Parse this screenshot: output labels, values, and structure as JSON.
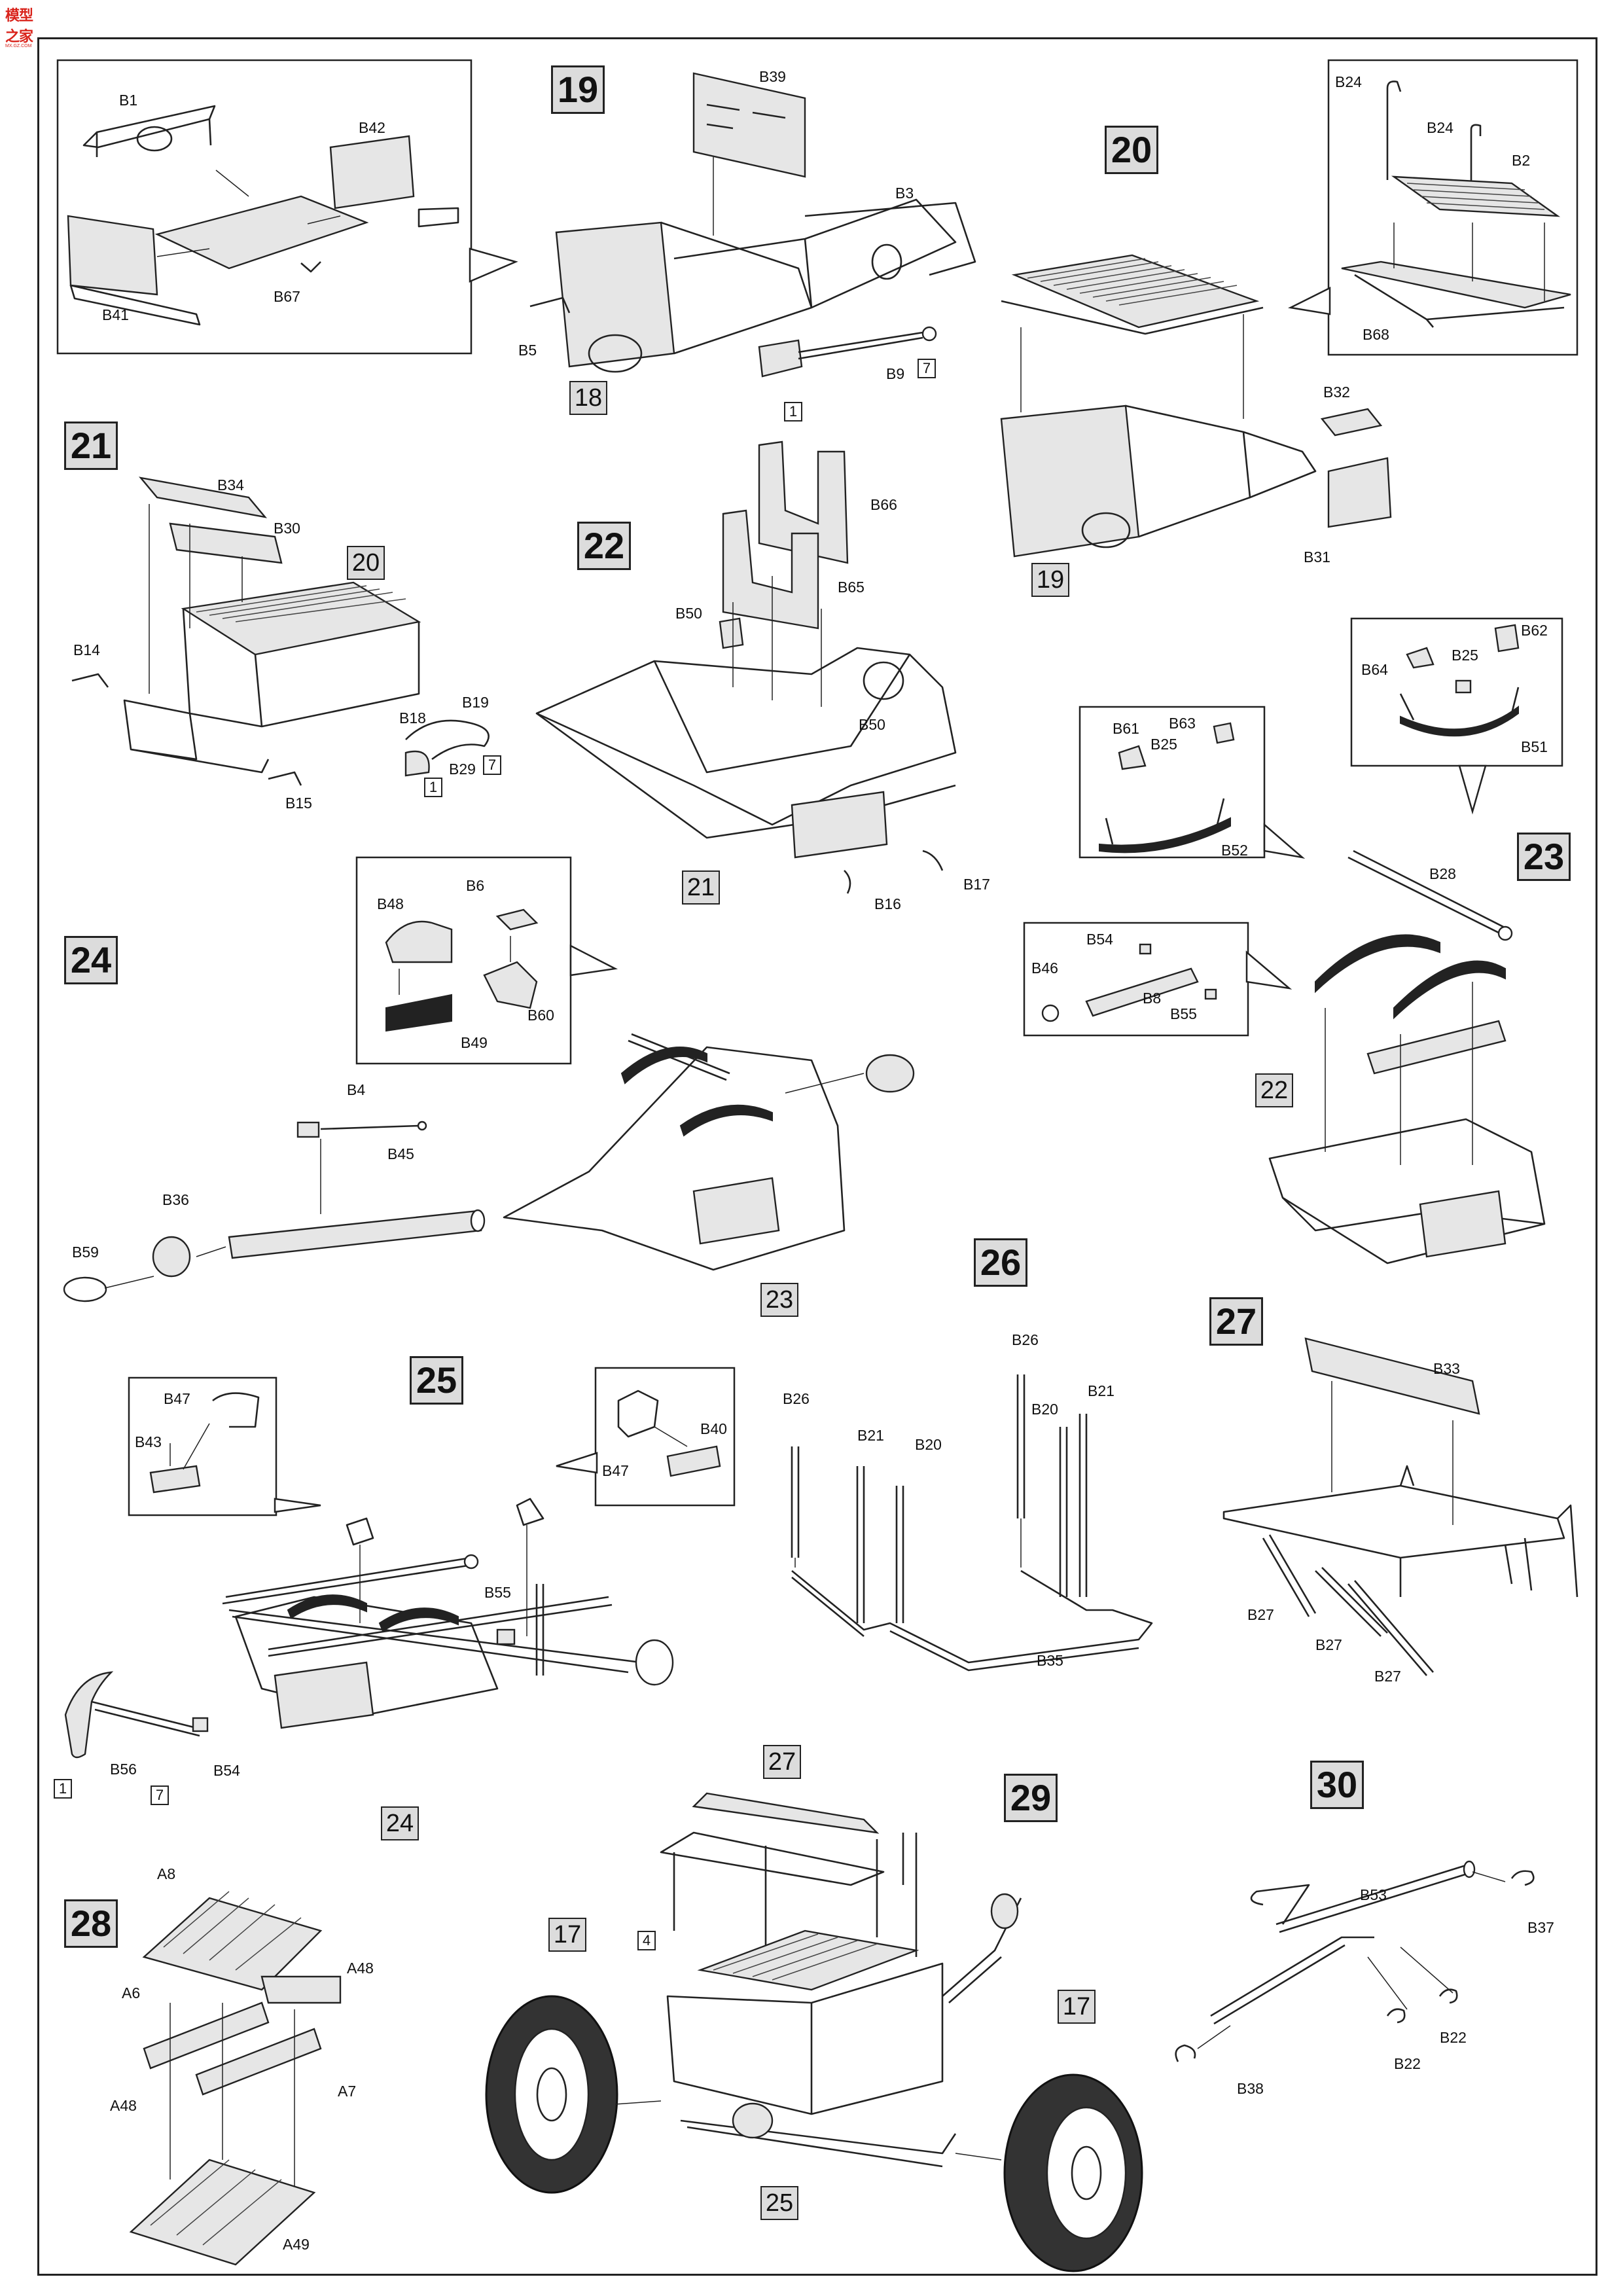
{
  "logo": {
    "title": "模型之家",
    "subtitle": "MX.GZ.COM"
  },
  "steps": [
    {
      "n": "19"
    },
    {
      "n": "20"
    },
    {
      "n": "21"
    },
    {
      "n": "22"
    },
    {
      "n": "23"
    },
    {
      "n": "24"
    },
    {
      "n": "25"
    },
    {
      "n": "26"
    },
    {
      "n": "27"
    },
    {
      "n": "28"
    },
    {
      "n": "29"
    },
    {
      "n": "30"
    }
  ],
  "subassembly_refs": [
    "18",
    "19",
    "20",
    "21",
    "22",
    "23",
    "24",
    "25",
    "17",
    "17",
    "27"
  ],
  "paint_refs": [
    "1",
    "7",
    "1",
    "7",
    "1",
    "7",
    "4"
  ],
  "parts": {
    "s19": [
      "B1",
      "B42",
      "B41",
      "B67",
      "B39",
      "B3",
      "B5",
      "B9"
    ],
    "s20": [
      "B24",
      "B24",
      "B2",
      "B68",
      "B32",
      "B31"
    ],
    "s21": [
      "B34",
      "B30",
      "B14",
      "B18",
      "B19",
      "B29",
      "B15"
    ],
    "s22": [
      "B66",
      "B65",
      "B50",
      "B50",
      "B16",
      "B17"
    ],
    "s23": [
      "B64",
      "B25",
      "B62",
      "B51",
      "B61",
      "B63",
      "B25",
      "B52",
      "B54",
      "B46",
      "B8",
      "B55",
      "B28"
    ],
    "s24": [
      "B48",
      "B6",
      "B49",
      "B60",
      "B4",
      "B45",
      "B36",
      "B59"
    ],
    "s25": [
      "B47",
      "B43",
      "B40",
      "B47",
      "B55",
      "B56",
      "B54"
    ],
    "s26": [
      "B26",
      "B26",
      "B21",
      "B20",
      "B20",
      "B21",
      "B35"
    ],
    "s27": [
      "B33",
      "B27",
      "B27",
      "B27"
    ],
    "s28": [
      "A8",
      "A48",
      "A6",
      "A48",
      "A7",
      "A49"
    ],
    "s30": [
      "B53",
      "B37",
      "B22",
      "B22",
      "B38"
    ]
  }
}
